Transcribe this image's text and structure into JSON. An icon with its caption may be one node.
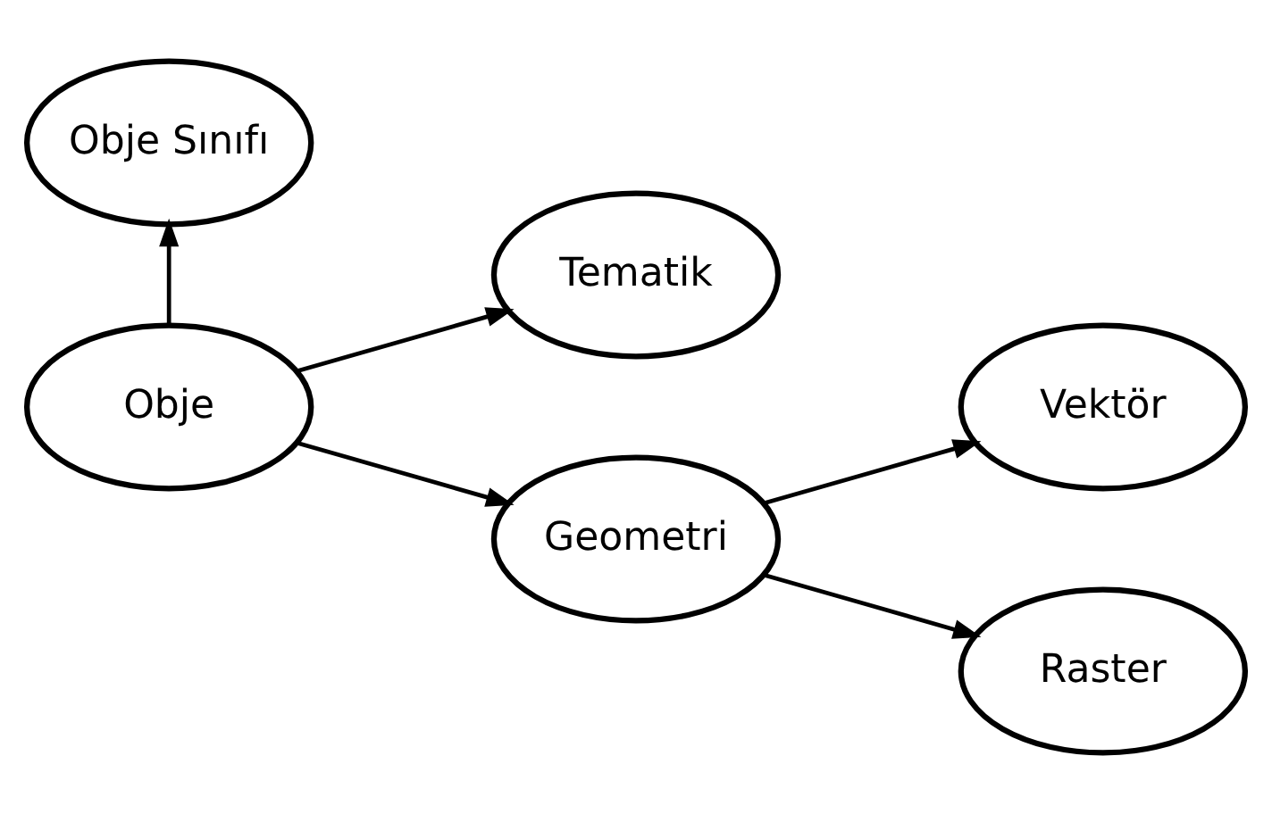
{
  "diagram": {
    "nodes": [
      {
        "text": [
          "Obje Sınıfı"
        ]
      },
      {
        "text": [
          "Tematik"
        ]
      },
      {
        "text": [
          "Obje"
        ]
      },
      {
        "text": [
          "Vektör"
        ]
      },
      {
        "text": [
          "Geometri"
        ]
      },
      {
        "text": [
          "Raster"
        ]
      }
    ],
    "edges": [
      {
        "from": 2,
        "to": 0,
        "arrow": "to"
      },
      {
        "from": 2,
        "to": 1,
        "arrow": "to"
      },
      {
        "from": 2,
        "to": 4,
        "arrow": "to"
      },
      {
        "from": 4,
        "to": 3,
        "arrow": "to"
      },
      {
        "from": 4,
        "to": 5,
        "arrow": "to"
      }
    ]
  }
}
